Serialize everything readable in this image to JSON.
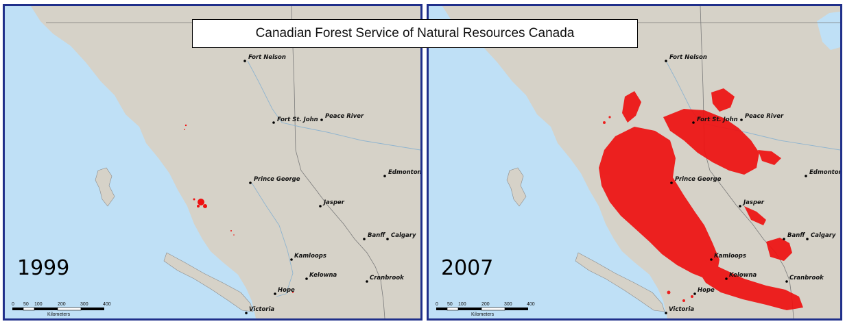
{
  "title": "Canadian Forest Service of Natural Resources Canada",
  "colors": {
    "water": "#bfe0f6",
    "land": "#d6d2c8",
    "infestation": "#ee1111",
    "border": "#1f2f8a"
  },
  "panels": [
    {
      "year": "1999",
      "cities": [
        {
          "name": "Fort Nelson"
        },
        {
          "name": "Fort St. John"
        },
        {
          "name": "Peace River"
        },
        {
          "name": "Prince George"
        },
        {
          "name": "Edmonton"
        },
        {
          "name": "Jasper"
        },
        {
          "name": "Banff"
        },
        {
          "name": "Calgary"
        },
        {
          "name": "Kamloops"
        },
        {
          "name": "Kelowna"
        },
        {
          "name": "Cranbrook"
        },
        {
          "name": "Hope"
        },
        {
          "name": "Victoria"
        }
      ]
    },
    {
      "year": "2007",
      "cities": [
        {
          "name": "Fort Nelson"
        },
        {
          "name": "Fort St. John"
        },
        {
          "name": "Peace River"
        },
        {
          "name": "Prince George"
        },
        {
          "name": "Edmonton"
        },
        {
          "name": "Jasper"
        },
        {
          "name": "Banff"
        },
        {
          "name": "Calgary"
        },
        {
          "name": "Kamloops"
        },
        {
          "name": "Kelowna"
        },
        {
          "name": "Cranbrook"
        },
        {
          "name": "Hope"
        },
        {
          "name": "Victoria"
        }
      ]
    }
  ],
  "scale_bar": {
    "ticks": [
      "0",
      "50",
      "100",
      "200",
      "300",
      "400"
    ],
    "unit": "Kilometers"
  }
}
